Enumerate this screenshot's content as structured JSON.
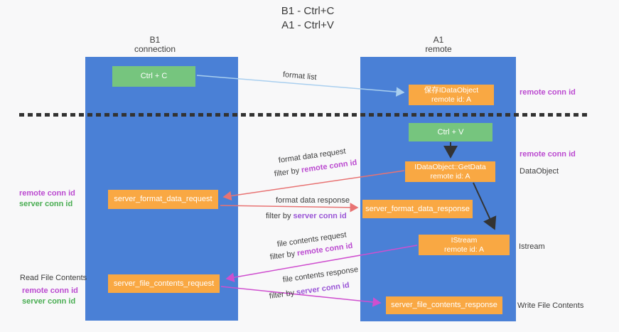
{
  "title": {
    "line1": "B1 - Ctrl+C",
    "line2": "A1 - Ctrl+V"
  },
  "lanes": {
    "left": {
      "header_line1": "B1",
      "header_line2": "connection"
    },
    "right": {
      "header_line1": "A1",
      "header_line2": "remote"
    }
  },
  "boxes": {
    "ctrl_c": "Ctrl + C",
    "ctrl_v": "Ctrl + V",
    "save_dataobject_line1": "保存IDataObject",
    "save_dataobject_line2": "remote id: A",
    "getdata_line1": "IDataObject::GetData",
    "getdata_line2": "remote id: A",
    "istream_line1": "IStream",
    "istream_line2": "remote id: A",
    "server_format_data_request": "server_format_data_request",
    "server_format_data_response": "server_format_data_response",
    "server_file_contents_request": "server_file_contents_request",
    "server_file_contents_response": "server_file_contents_response"
  },
  "side_labels": {
    "remote_conn_id_top": "remote conn id",
    "remote_conn_id_mid": "remote conn id",
    "dataobject": "DataObject",
    "istream": "Istream",
    "write_file_contents": "Write File Contents",
    "read_file_contents": "Read File Contents",
    "left_remote_conn_id_1": "remote conn id",
    "left_server_conn_id_1": "server conn id",
    "left_remote_conn_id_2": "remote conn id",
    "left_server_conn_id_2": "server conn id"
  },
  "flow_labels": {
    "format_list": "format list",
    "format_data_request": "format data request",
    "format_data_response": "format data response",
    "file_contents_request": "file contents request",
    "file_contents_response": "file contents response",
    "filter_by": "filter by ",
    "remote_conn_id": "remote conn id",
    "server_conn_id": "server conn id"
  },
  "colors": {
    "lane_blue": "#4a80d6",
    "box_orange": "#f9a843",
    "box_green": "#76c57e",
    "arrow_blue": "#a9cfef",
    "arrow_salmon": "#e87373",
    "arrow_magenta": "#cf4fcf",
    "arrow_black": "#333333",
    "label_magenta": "#bb4ad0",
    "label_violet": "#9a55d6",
    "label_green": "#49ad52"
  }
}
